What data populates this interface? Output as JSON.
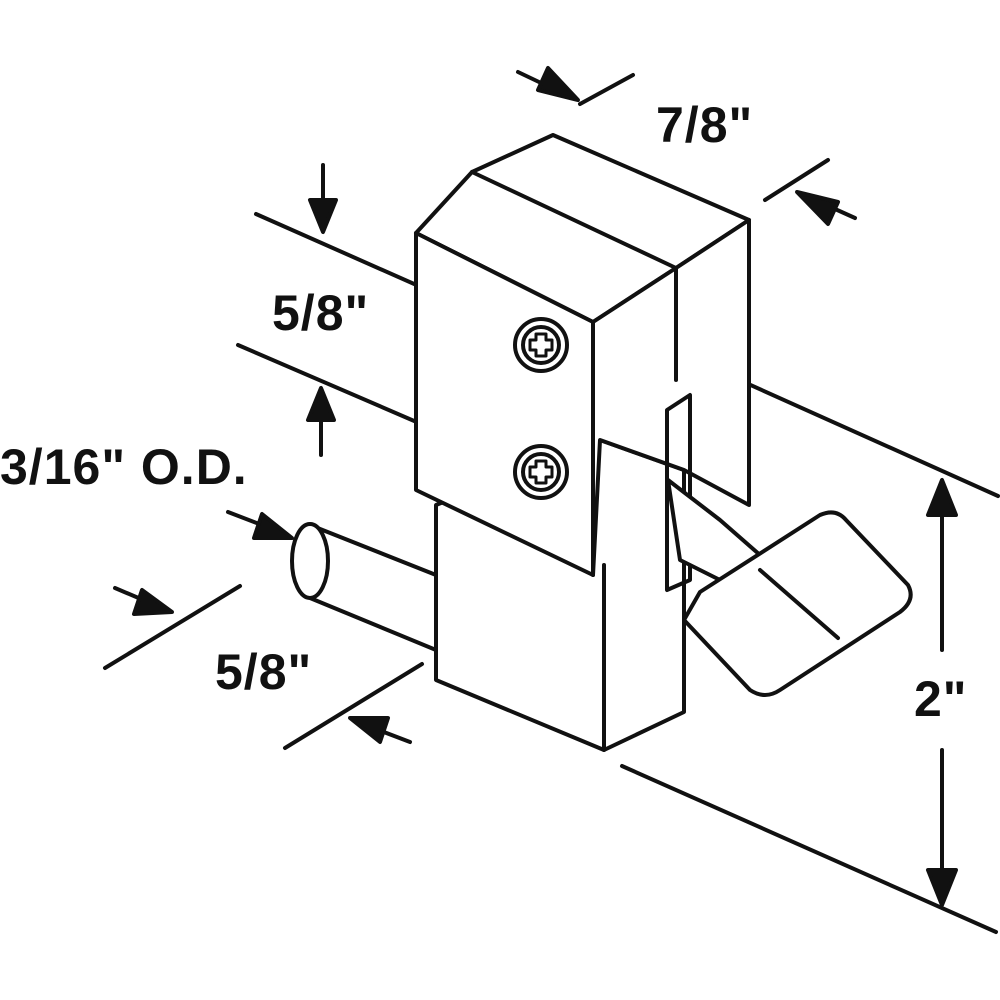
{
  "dimensions": {
    "width": "7/8\"",
    "screw_spacing": "5/8\"",
    "pin_diameter": "3/16\" O.D.",
    "pin_length": "5/8\"",
    "height": "2\""
  },
  "colors": {
    "line": "#111111",
    "fill": "#ffffff"
  }
}
